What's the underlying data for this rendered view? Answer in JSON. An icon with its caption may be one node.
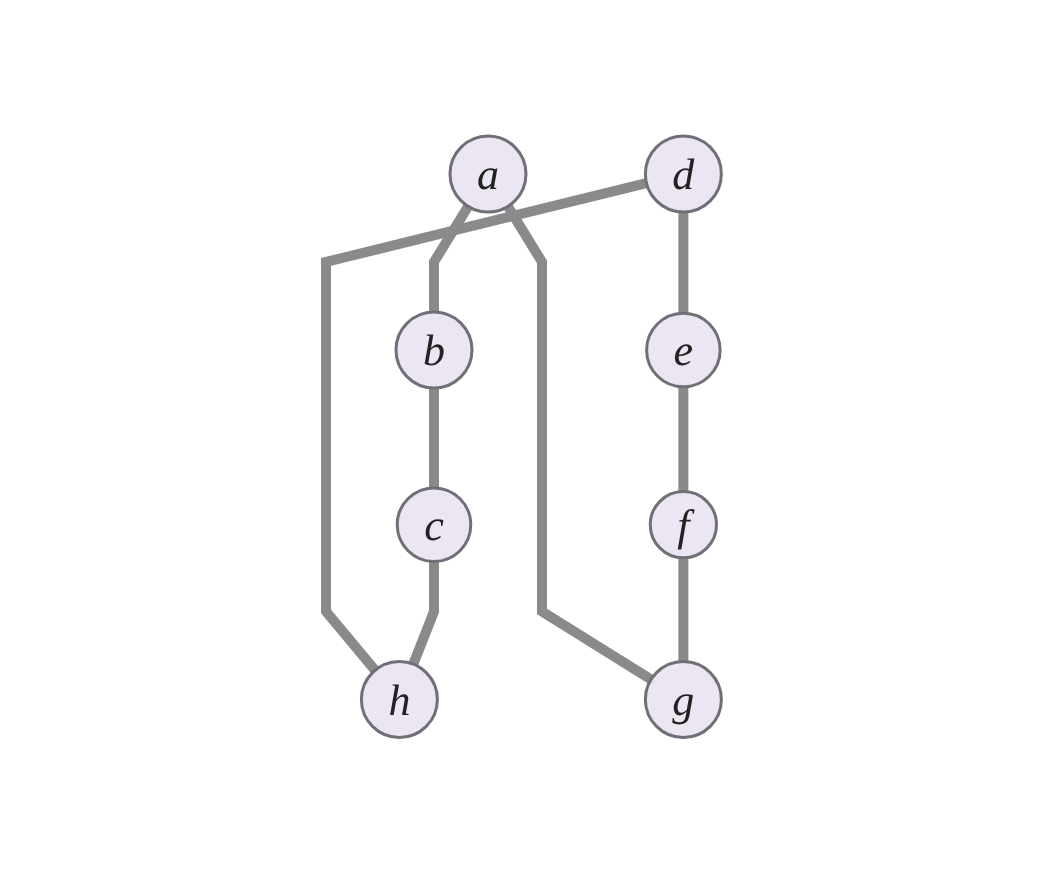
{
  "diagram": {
    "nodes": [
      {
        "text": [
          "a"
        ]
      },
      {
        "text": [
          "d"
        ]
      },
      {
        "text": [
          "e"
        ]
      },
      {
        "text": [
          "b"
        ]
      },
      {
        "text": [
          "f"
        ]
      },
      {
        "text": [
          "g"
        ]
      },
      {
        "text": [
          "c"
        ]
      },
      {
        "text": [
          "h"
        ]
      }
    ],
    "edges": [
      {
        "from": 0,
        "to": 3,
        "arrow": "none"
      },
      {
        "from": 0,
        "to": 5,
        "arrow": "none"
      },
      {
        "from": 1,
        "to": 2,
        "arrow": "none"
      },
      {
        "from": 1,
        "to": 7,
        "arrow": "none"
      },
      {
        "from": 2,
        "to": 4,
        "arrow": "none"
      },
      {
        "from": 4,
        "to": 5,
        "arrow": "none"
      },
      {
        "from": 3,
        "to": 6,
        "arrow": "none"
      },
      {
        "from": 6,
        "to": 7,
        "arrow": "none"
      }
    ]
  }
}
